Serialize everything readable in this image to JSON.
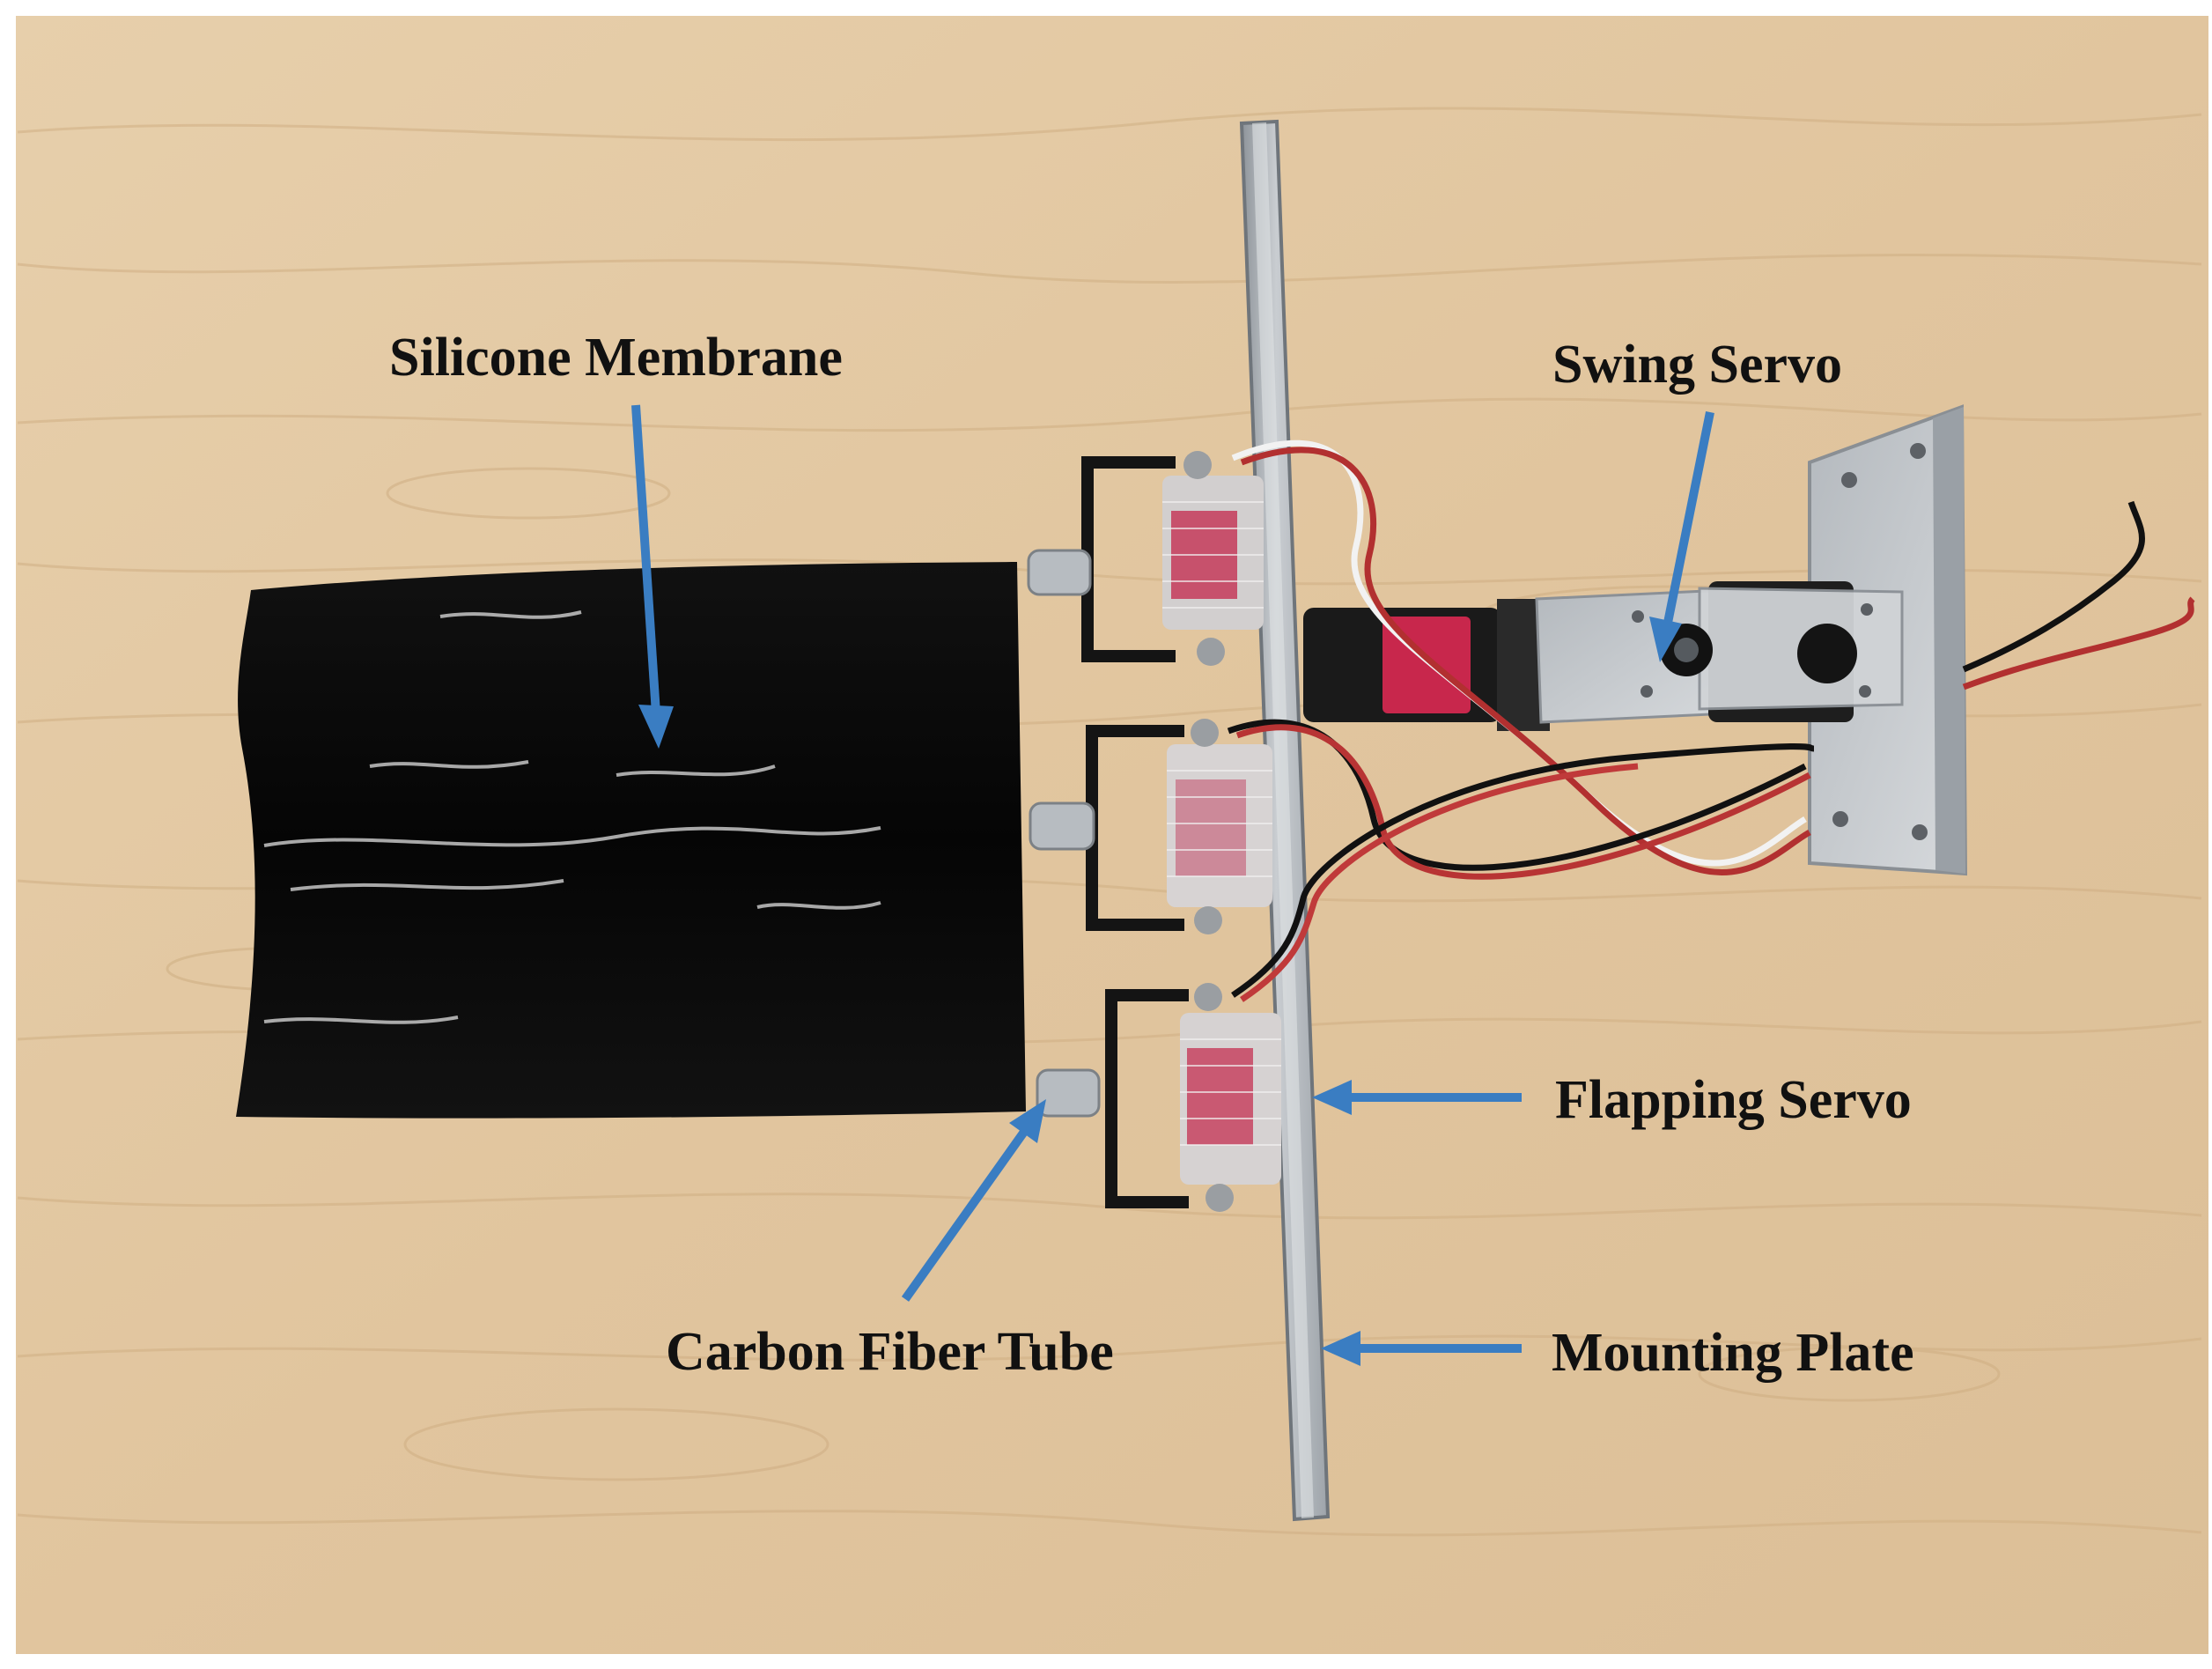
{
  "figure": {
    "labels": {
      "silicone_membrane": "Silicone Membrane",
      "swing_servo": "Swing Servo",
      "flapping_servo": "Flapping Servo",
      "carbon_fiber_tube": "Carbon Fiber Tube",
      "mounting_plate": "Mounting Plate"
    },
    "colors": {
      "background_wood": "#e3c9a4",
      "membrane": "#0a0a0a",
      "arrow": "#3a7dc2",
      "aluminum": "#bfc3c7",
      "servo_red": "#c8274c",
      "bracket": "#1c1c1c"
    }
  }
}
